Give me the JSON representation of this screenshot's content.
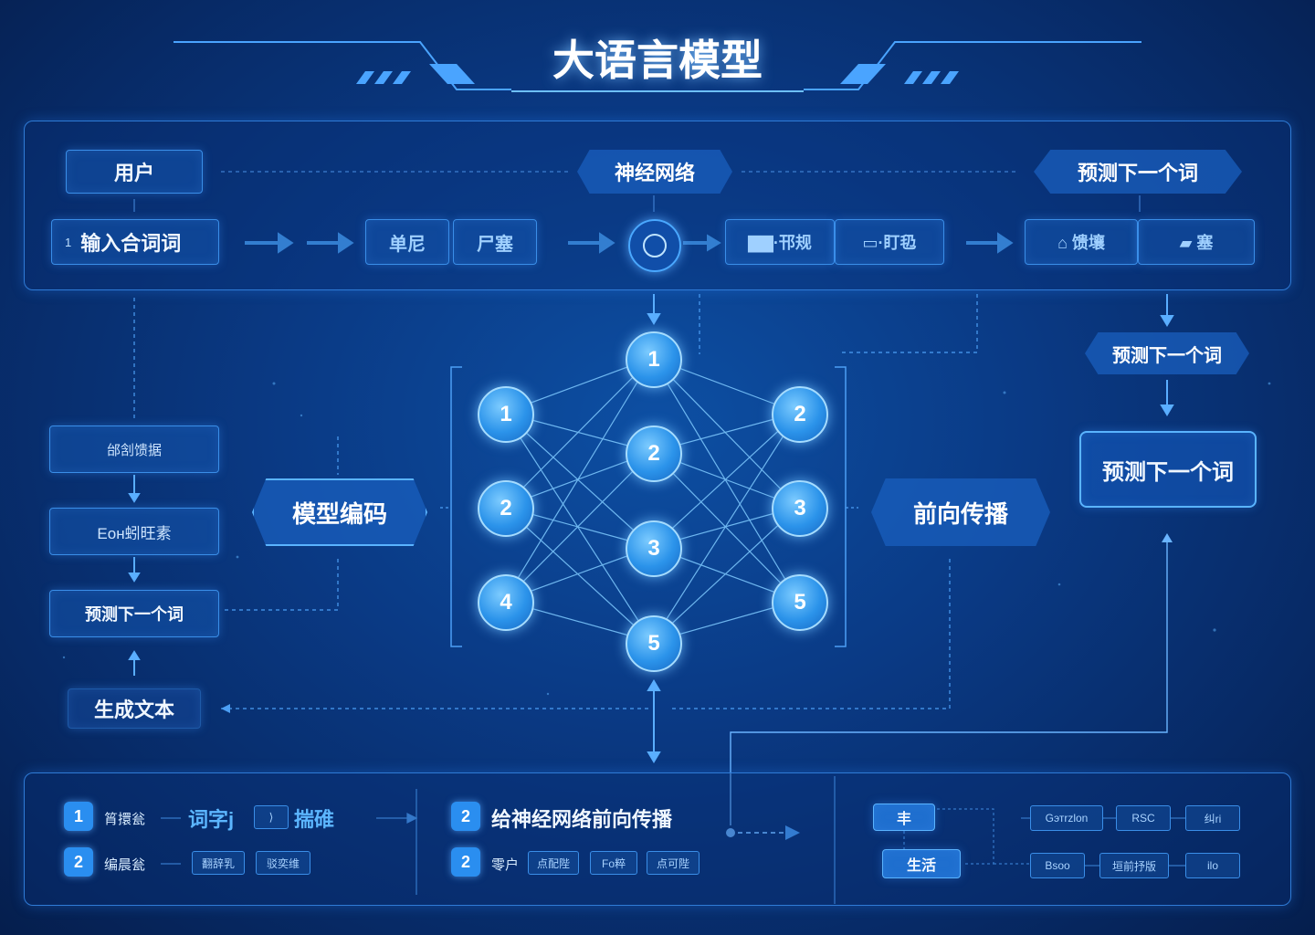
{
  "title": "大语言模型",
  "top_row": {
    "user": "用户",
    "neural_network": "神经网络",
    "predict_next": "预测下一个词",
    "input": "输入合词词",
    "input_index": "1",
    "token_a": "单尼",
    "token_b": "尸塞",
    "group2_a": "▇▇·邗规",
    "group2_b": "▭·盯㲌",
    "group3_a": "⌂ 馈壤",
    "group3_b": "▰ 塞"
  },
  "right_column": {
    "predict_1": "预测下一个词",
    "predict_2": "预测下一个词"
  },
  "left_column": {
    "item_1": "邰㓧馈据",
    "item_2": "Eoн蚓旺素",
    "item_3": "预测下一个词",
    "generate": "生成文本"
  },
  "center": {
    "encode": "模型编码",
    "forward": "前向传播",
    "layer_left": [
      "1",
      "2",
      "4"
    ],
    "layer_mid": [
      "1",
      "2",
      "3",
      "5"
    ],
    "layer_right": [
      "2",
      "3",
      "5"
    ]
  },
  "bottom": {
    "row1_badge": "1",
    "row1_label": "筲擐瓮",
    "row1_word": "词字j",
    "row1_box": "⟩",
    "row1_word2": "揣碓",
    "row2_badge": "2",
    "row2_label": "编晨瓮",
    "row2_tag1": "翻辞乳",
    "row2_tag2": "驳奕维",
    "mid1_badge": "2",
    "mid1_text": "给神经网络前向传播",
    "mid2_badge": "2",
    "mid2_label": "零户",
    "mid2_tag1": "点配陛",
    "mid2_tag2": "Fo粹",
    "mid2_tag3": "点可陛",
    "right_btn1": "丰",
    "right_btn2": "生活",
    "r_tag1": "Gэтrzlon",
    "r_tag2": "RSC",
    "r_tag3": "纠ri",
    "r_tag4": "Bsoo",
    "r_tag5": "垣前抒版",
    "r_tag6": "ilo"
  },
  "colors": {
    "accent": "#2a8ef0",
    "line": "#3a8ee8",
    "background": "#0a3a85"
  }
}
